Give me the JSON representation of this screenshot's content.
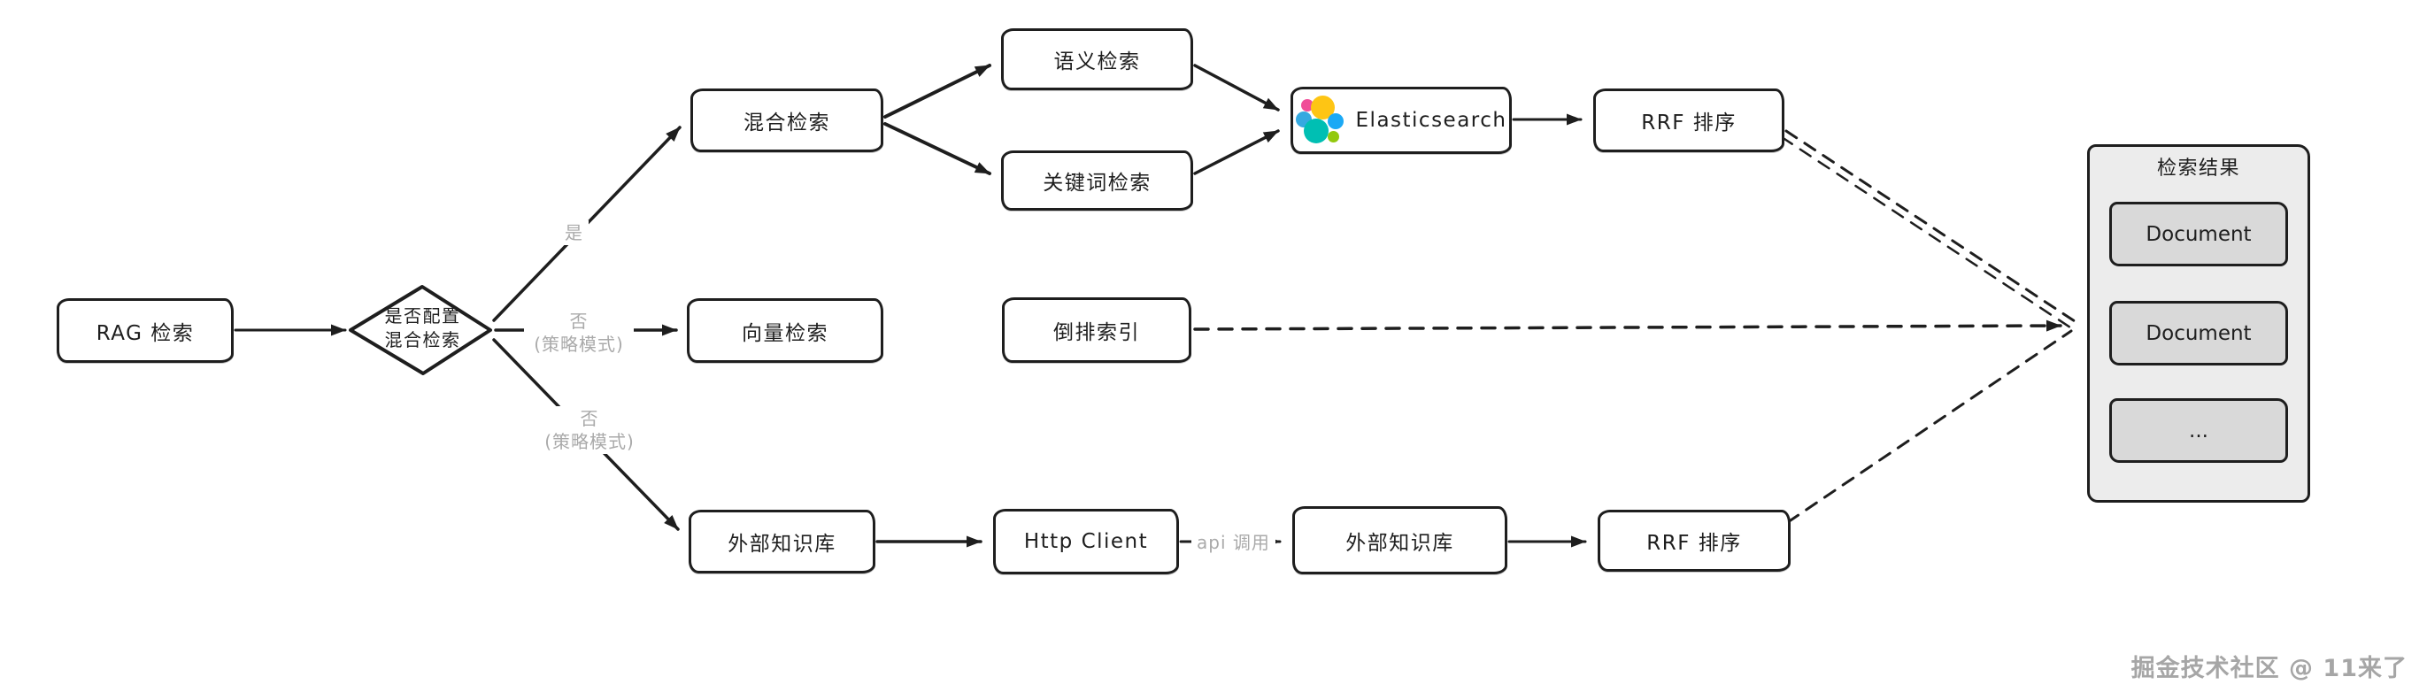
{
  "colors": {
    "stroke": "#1e1e1e",
    "muted_label": "#aaaaaa",
    "results_container_fill": "#ececec",
    "document_item_fill": "#d9d9d9",
    "elastic_pink": "#F04E98",
    "elastic_yellow": "#FEC514",
    "elastic_blue_left": "#35A9E0",
    "elastic_blue_right": "#1BA9F5",
    "elastic_teal": "#00BFB3",
    "elastic_green": "#93C90E"
  },
  "nodes": {
    "rag": {
      "label": "RAG 检索"
    },
    "decision": {
      "line1": "是否配置",
      "line2": "混合检索"
    },
    "hybrid": {
      "label": "混合检索"
    },
    "semantic": {
      "label": "语义检索"
    },
    "keyword": {
      "label": "关键词检索"
    },
    "elasticsearch": {
      "label": "Elasticsearch"
    },
    "rrf_top": {
      "label": "RRF 排序"
    },
    "vector": {
      "label": "向量检索"
    },
    "inverted_index": {
      "label": "倒排索引"
    },
    "external_kb_source": {
      "label": "外部知识库"
    },
    "http_client": {
      "label": "Http Client"
    },
    "external_kb_remote": {
      "label": "外部知识库"
    },
    "rrf_bottom": {
      "label": "RRF 排序"
    }
  },
  "edge_labels": {
    "yes": "是",
    "no_strategy_mid": {
      "line1": "否",
      "line2": "(策略模式)"
    },
    "no_strategy_bottom": {
      "line1": "否",
      "line2": "(策略模式)"
    },
    "api_call": "api 调用"
  },
  "results": {
    "title": "检索结果",
    "items": [
      "Document",
      "Document",
      "..."
    ]
  },
  "watermark": "掘金技术社区 @ 11来了"
}
